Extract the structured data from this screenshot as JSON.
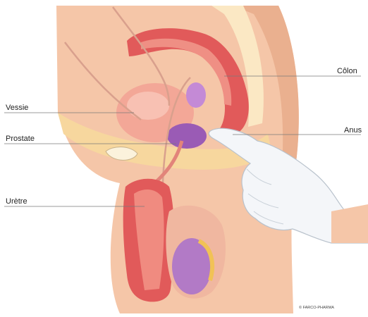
{
  "labels": {
    "vessie": "Vessie",
    "prostate": "Prostate",
    "uretre": "Urètre",
    "colon": "Côlon",
    "anus": "Anus"
  },
  "credit": "© FARCO-PHARMA",
  "colors": {
    "skin": "#f5c6a8",
    "pelvis": "#f7d79e",
    "colon": "#e15a5a",
    "bladder": "#f3a797",
    "prostate": "#9a5bb5",
    "testis": "#b27ac6",
    "urethra": "#e2847a",
    "glove": "#f4f6f9",
    "leader": "#7a7a7a"
  }
}
